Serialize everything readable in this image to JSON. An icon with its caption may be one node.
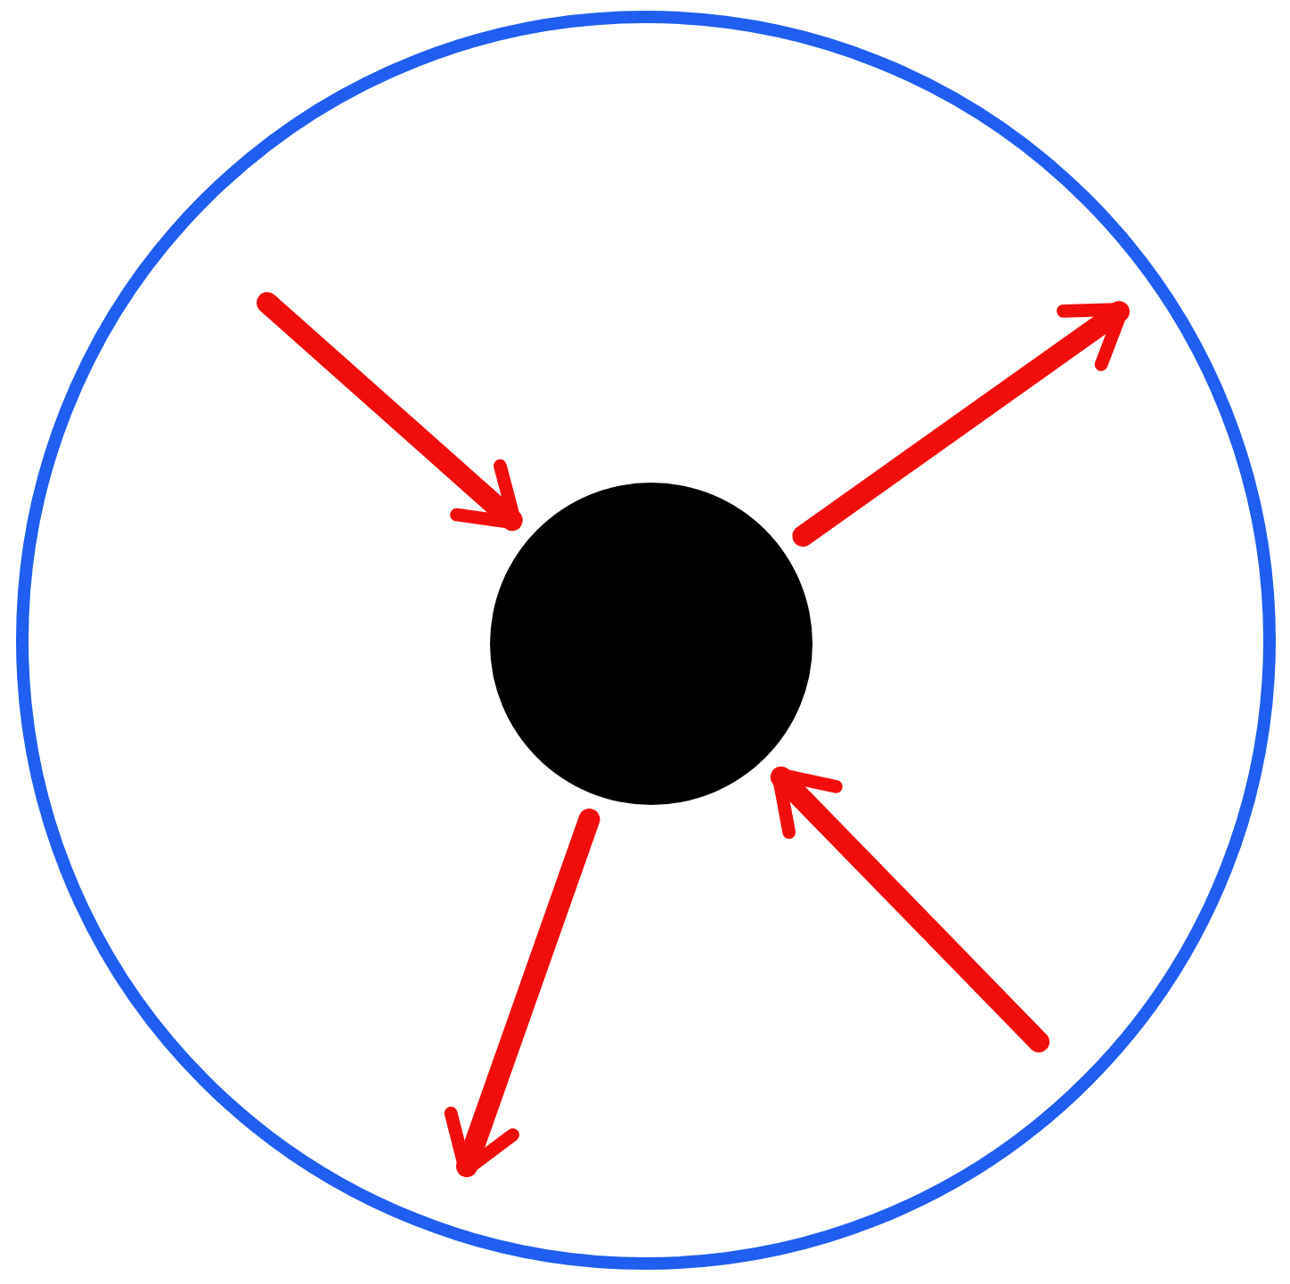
{
  "diagram": {
    "nodes": [
      {
        "text": [],
        "shape": "circle"
      },
      {
        "text": [],
        "shape": "circle",
        "in": 0
      }
    ],
    "edges": [
      {
        "from": null,
        "to": 1,
        "arrow": "to"
      },
      {
        "from": 1,
        "to": null,
        "arrow": "to"
      },
      {
        "from": null,
        "to": 1,
        "arrow": "to"
      },
      {
        "from": 1,
        "to": null,
        "arrow": "to"
      }
    ]
  }
}
